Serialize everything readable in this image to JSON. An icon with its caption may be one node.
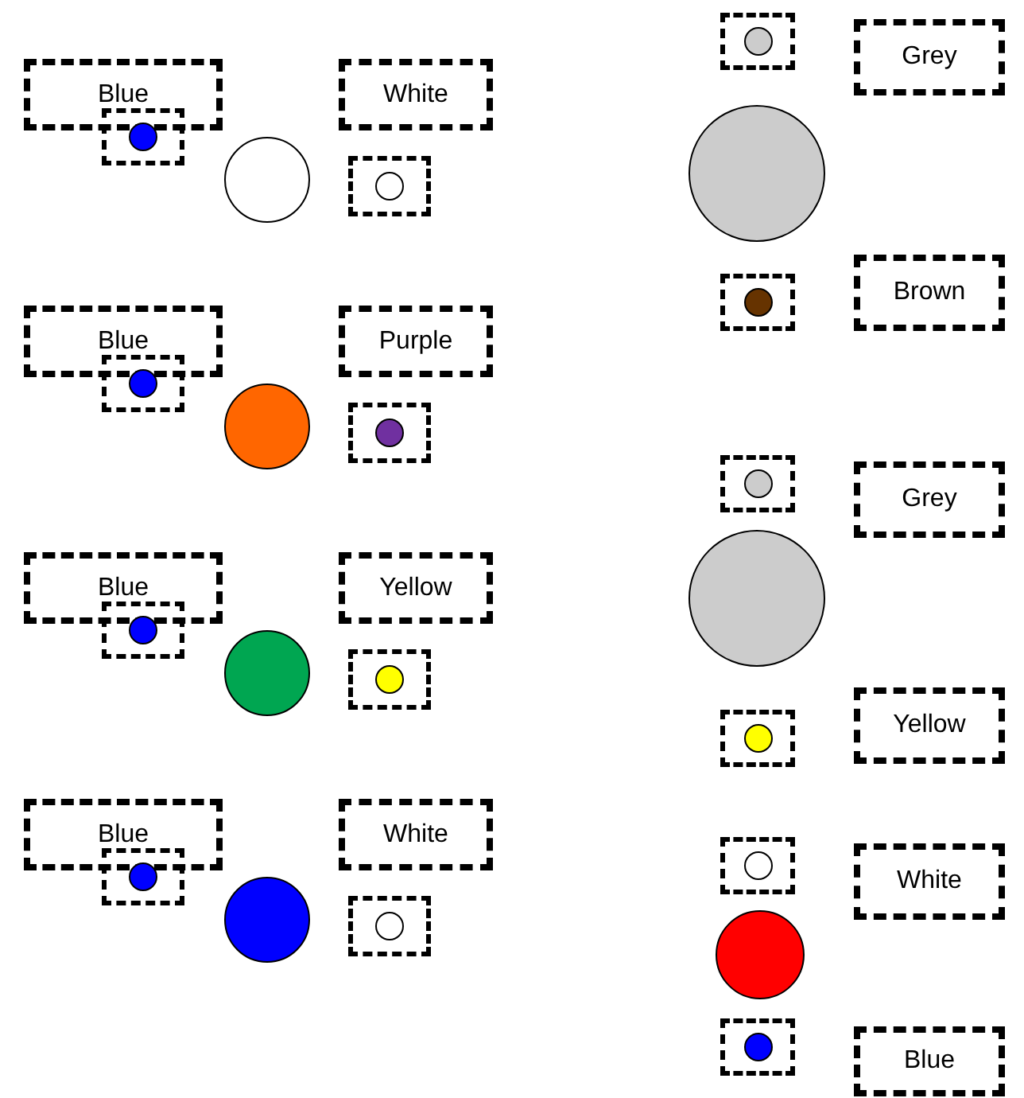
{
  "diagram": {
    "nodes": [
      {
        "text": [
          "Blue"
        ]
      },
      {
        "text": [],
        "shape": "box"
      },
      {
        "text": [],
        "shape": "circle",
        "in": 1
      },
      {
        "text": [],
        "shape": "circle"
      },
      {
        "text": [
          "White"
        ]
      },
      {
        "text": [],
        "shape": "box"
      },
      {
        "text": [],
        "shape": "circle",
        "in": 5
      },
      {
        "text": [
          "Blue"
        ]
      },
      {
        "text": [],
        "shape": "box"
      },
      {
        "text": [],
        "shape": "circle",
        "in": 8
      },
      {
        "text": [],
        "shape": "circle"
      },
      {
        "text": [
          "Purple"
        ]
      },
      {
        "text": [],
        "shape": "box"
      },
      {
        "text": [],
        "shape": "circle",
        "in": 12
      },
      {
        "text": [
          "Blue"
        ]
      },
      {
        "text": [],
        "shape": "box"
      },
      {
        "text": [],
        "shape": "circle",
        "in": 15
      },
      {
        "text": [],
        "shape": "circle"
      },
      {
        "text": [
          "Yellow"
        ]
      },
      {
        "text": [],
        "shape": "box"
      },
      {
        "text": [],
        "shape": "circle",
        "in": 19
      },
      {
        "text": [
          "Blue"
        ]
      },
      {
        "text": [],
        "shape": "box"
      },
      {
        "text": [],
        "shape": "circle",
        "in": 22
      },
      {
        "text": [],
        "shape": "circle"
      },
      {
        "text": [
          "White"
        ]
      },
      {
        "text": [],
        "shape": "box"
      },
      {
        "text": [],
        "shape": "circle",
        "in": 26
      },
      {
        "text": [],
        "shape": "box"
      },
      {
        "text": [],
        "shape": "circle",
        "in": 28
      },
      {
        "text": [
          "Grey"
        ]
      },
      {
        "text": [],
        "shape": "circle"
      },
      {
        "text": [],
        "shape": "box"
      },
      {
        "text": [],
        "shape": "circle",
        "in": 32
      },
      {
        "text": [
          "Brown"
        ]
      },
      {
        "text": [],
        "shape": "box"
      },
      {
        "text": [],
        "shape": "circle",
        "in": 35
      },
      {
        "text": [
          "Grey"
        ]
      },
      {
        "text": [],
        "shape": "circle"
      },
      {
        "text": [],
        "shape": "box"
      },
      {
        "text": [],
        "shape": "circle",
        "in": 39
      },
      {
        "text": [
          "Yellow"
        ]
      },
      {
        "text": [],
        "shape": "box"
      },
      {
        "text": [],
        "shape": "circle",
        "in": 42
      },
      {
        "text": [
          "White"
        ]
      },
      {
        "text": [],
        "shape": "circle"
      },
      {
        "text": [],
        "shape": "box"
      },
      {
        "text": [],
        "shape": "circle",
        "in": 46
      },
      {
        "text": [
          "Blue"
        ]
      }
    ]
  }
}
